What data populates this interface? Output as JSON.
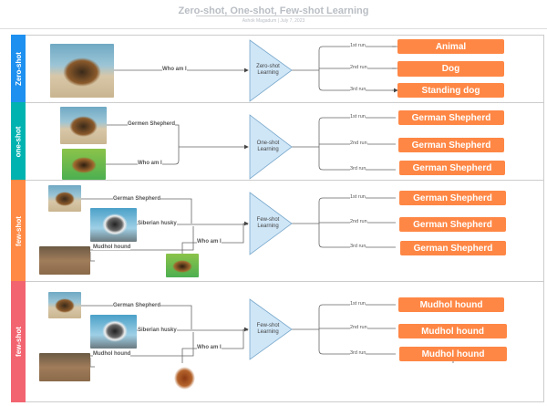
{
  "header": {
    "title": "Zero-shot, One-shot, Few-shot Learning",
    "subtitle": "Ashok Magadum  |  July 7, 2023"
  },
  "colors": {
    "zero": "#1e90f0",
    "one": "#00b3b0",
    "few": "#ff8a45",
    "few2": "#f26470",
    "output": "#ff8745",
    "triangle": "#cfe6f7"
  },
  "lanes": [
    {
      "label": "Zero-shot",
      "model": "Zero-shot Learning",
      "inputs": [
        "Who am I"
      ],
      "runs": [
        "1st run",
        "2nd run",
        "3rd run"
      ],
      "outputs": [
        "Animal",
        "Dog",
        "Standing dog"
      ]
    },
    {
      "label": "one-shot",
      "model": "One-shot Learning",
      "inputs": [
        "Germen Shepherd",
        "Who am I"
      ],
      "runs": [
        "1st run",
        "2nd run",
        "3rd run"
      ],
      "outputs": [
        "German Shepherd",
        "German Shepherd",
        "German Shepherd"
      ]
    },
    {
      "label": "few-shot",
      "model": "Few-shot Learning",
      "inputs": [
        "German Shepherd",
        "Siberian husky",
        "Mudhol hound",
        "Who am I"
      ],
      "runs": [
        "1st run",
        "2nd run",
        "3rd run"
      ],
      "outputs": [
        "German Shepherd",
        "German Shepherd",
        "German Shepherd"
      ]
    },
    {
      "label": "few-shot",
      "model": "Few-shot Learning",
      "inputs": [
        "German Shepherd",
        "Siberian husky",
        "Mudhol hound",
        "Who am I"
      ],
      "runs": [
        "1st run",
        "2nd run",
        "3rd run"
      ],
      "outputs": [
        "Mudhol hound",
        "Mudhol hound",
        "Mudhol hound"
      ]
    }
  ]
}
